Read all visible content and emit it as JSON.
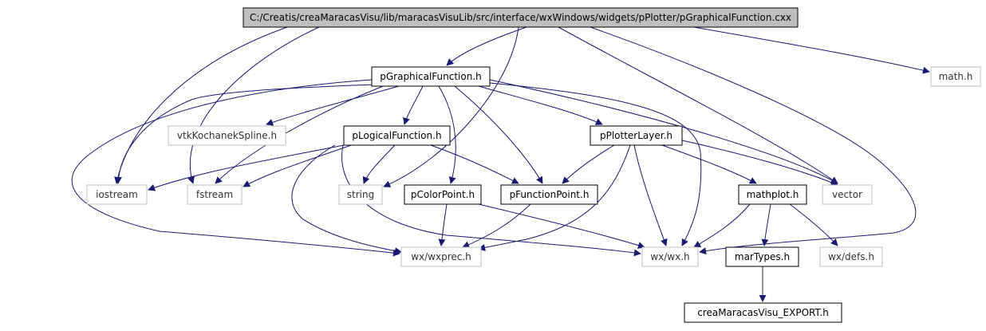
{
  "graph": {
    "nodes": [
      {
        "id": "root",
        "label": "C:/Creatis/creaMaracasVisu/lib/maracasVisuLib/src/interface/wxWindows/widgets/pPlotter/pGraphicalFunction.cxx",
        "kind": "root"
      },
      {
        "id": "pGraphicalFunction",
        "label": "pGraphicalFunction.h",
        "kind": "internal"
      },
      {
        "id": "math",
        "label": "math.h",
        "kind": "external"
      },
      {
        "id": "vtkKochanekSpline",
        "label": "vtkKochanekSpline.h",
        "kind": "external"
      },
      {
        "id": "pLogicalFunction",
        "label": "pLogicalFunction.h",
        "kind": "internal"
      },
      {
        "id": "pPlotterLayer",
        "label": "pPlotterLayer.h",
        "kind": "internal"
      },
      {
        "id": "iostream",
        "label": "iostream",
        "kind": "external"
      },
      {
        "id": "fstream",
        "label": "fstream",
        "kind": "external"
      },
      {
        "id": "string",
        "label": "string",
        "kind": "external"
      },
      {
        "id": "pColorPoint",
        "label": "pColorPoint.h",
        "kind": "internal"
      },
      {
        "id": "pFunctionPoint",
        "label": "pFunctionPoint.h",
        "kind": "internal"
      },
      {
        "id": "mathplot",
        "label": "mathplot.h",
        "kind": "internal"
      },
      {
        "id": "vector",
        "label": "vector",
        "kind": "external"
      },
      {
        "id": "wxprec",
        "label": "wx/wxprec.h",
        "kind": "external"
      },
      {
        "id": "wxwx",
        "label": "wx/wx.h",
        "kind": "external"
      },
      {
        "id": "marTypes",
        "label": "marTypes.h",
        "kind": "internal"
      },
      {
        "id": "wxdefs",
        "label": "wx/defs.h",
        "kind": "external"
      },
      {
        "id": "export",
        "label": "creaMaracasVisu_EXPORT.h",
        "kind": "internal"
      }
    ],
    "edges": [
      {
        "from": "root",
        "to": "pGraphicalFunction"
      },
      {
        "from": "root",
        "to": "math"
      },
      {
        "from": "root",
        "to": "iostream"
      },
      {
        "from": "root",
        "to": "fstream"
      },
      {
        "from": "root",
        "to": "string"
      },
      {
        "from": "root",
        "to": "vector"
      },
      {
        "from": "root",
        "to": "wxwx"
      },
      {
        "from": "pGraphicalFunction",
        "to": "vtkKochanekSpline"
      },
      {
        "from": "pGraphicalFunction",
        "to": "pLogicalFunction"
      },
      {
        "from": "pGraphicalFunction",
        "to": "pPlotterLayer"
      },
      {
        "from": "pGraphicalFunction",
        "to": "iostream"
      },
      {
        "from": "pGraphicalFunction",
        "to": "fstream"
      },
      {
        "from": "pGraphicalFunction",
        "to": "pColorPoint"
      },
      {
        "from": "pGraphicalFunction",
        "to": "pFunctionPoint"
      },
      {
        "from": "pGraphicalFunction",
        "to": "vector"
      },
      {
        "from": "pGraphicalFunction",
        "to": "wxprec"
      },
      {
        "from": "pGraphicalFunction",
        "to": "wxwx"
      },
      {
        "from": "pLogicalFunction",
        "to": "iostream"
      },
      {
        "from": "pLogicalFunction",
        "to": "fstream"
      },
      {
        "from": "pLogicalFunction",
        "to": "string"
      },
      {
        "from": "pLogicalFunction",
        "to": "pFunctionPoint"
      },
      {
        "from": "pLogicalFunction",
        "to": "wxprec"
      },
      {
        "from": "pLogicalFunction",
        "to": "wxwx"
      },
      {
        "from": "pPlotterLayer",
        "to": "pFunctionPoint"
      },
      {
        "from": "pPlotterLayer",
        "to": "mathplot"
      },
      {
        "from": "pPlotterLayer",
        "to": "vector"
      },
      {
        "from": "pPlotterLayer",
        "to": "wxprec"
      },
      {
        "from": "pPlotterLayer",
        "to": "wxwx"
      },
      {
        "from": "pColorPoint",
        "to": "wxprec"
      },
      {
        "from": "pColorPoint",
        "to": "wxwx"
      },
      {
        "from": "pFunctionPoint",
        "to": "wxprec"
      },
      {
        "from": "mathplot",
        "to": "wxwx"
      },
      {
        "from": "mathplot",
        "to": "marTypes"
      },
      {
        "from": "mathplot",
        "to": "wxdefs"
      },
      {
        "from": "marTypes",
        "to": "export"
      }
    ]
  },
  "colors": {
    "root_fill": "#bfbfbf",
    "internal_border": "#000000",
    "external_border": "#bfbfbf",
    "edge": "#191970",
    "arrow": "#191970",
    "text": "#000000"
  }
}
